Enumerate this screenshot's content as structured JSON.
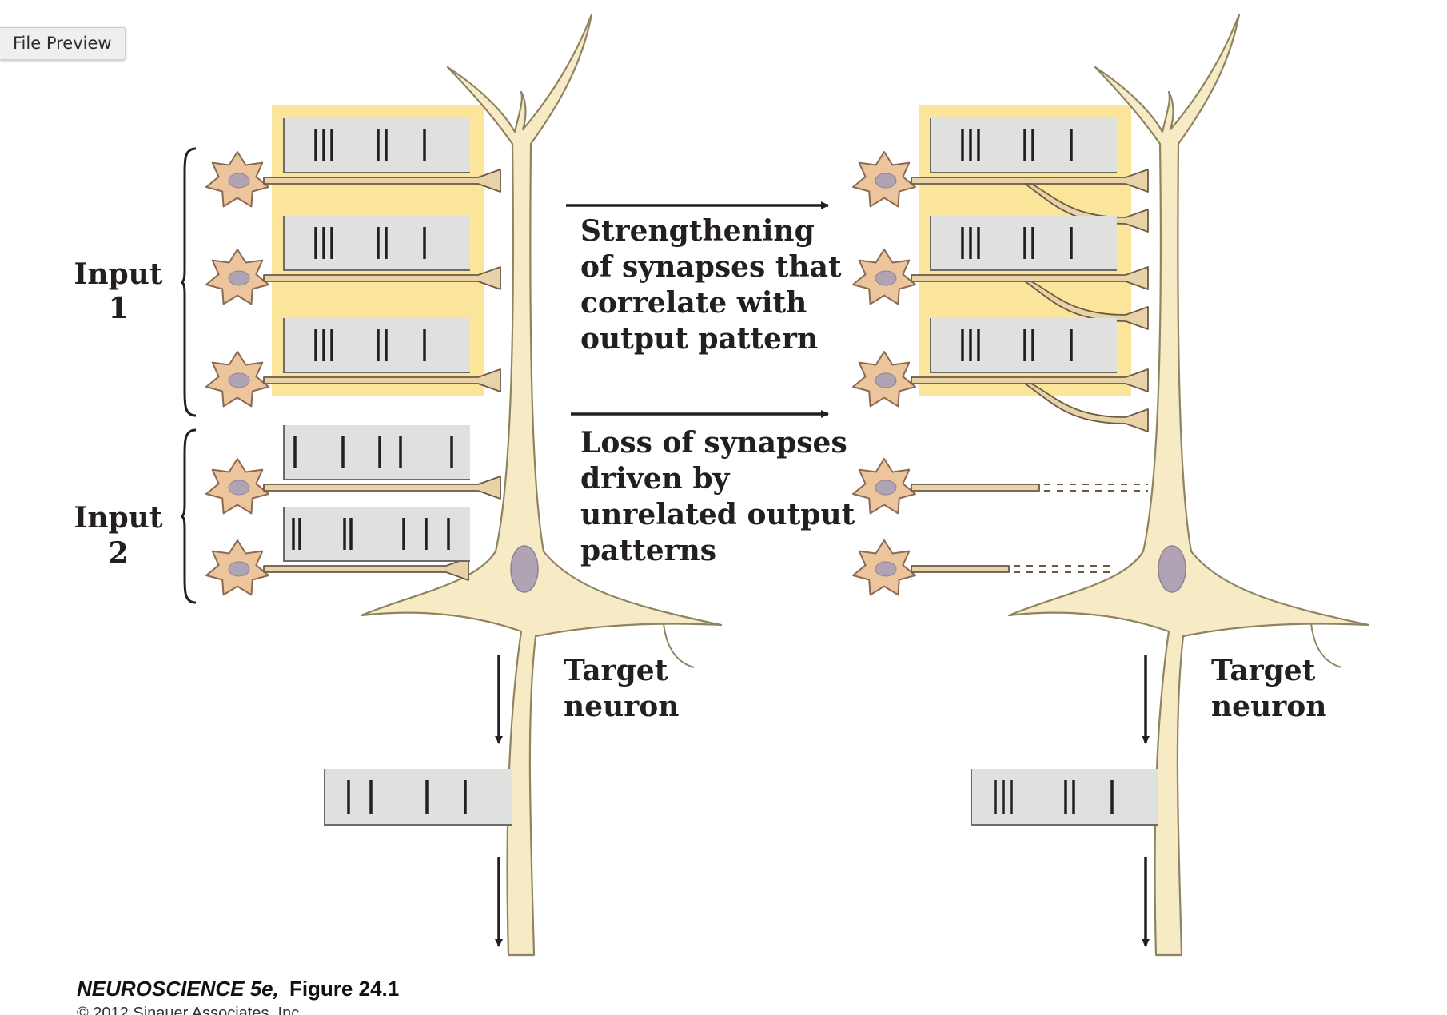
{
  "tab": {
    "label": "File Preview"
  },
  "labels": {
    "input1": [
      "Input",
      "1"
    ],
    "input2": [
      "Input",
      "2"
    ],
    "strengthening": [
      "Strengthening",
      "of synapses that",
      "correlate with",
      "output pattern"
    ],
    "loss": [
      "Loss of synapses",
      "driven by",
      "unrelated output",
      "patterns"
    ],
    "target_left": [
      "Target",
      "neuron"
    ],
    "target_right": [
      "Target",
      "neuron"
    ]
  },
  "credit": {
    "book": "NEUROSCIENCE 5e,",
    "figure": "Figure 24.1",
    "copyright": "© 2012 Sinauer Associates, Inc."
  },
  "colors": {
    "highlight": "#fbe59a",
    "record_box": "#dfe1de",
    "neuron_fill": "#f7ebc6",
    "neuron_stroke": "#8f8460",
    "cell_body": "#edc59c",
    "nucleus": "#b0a4b4"
  }
}
